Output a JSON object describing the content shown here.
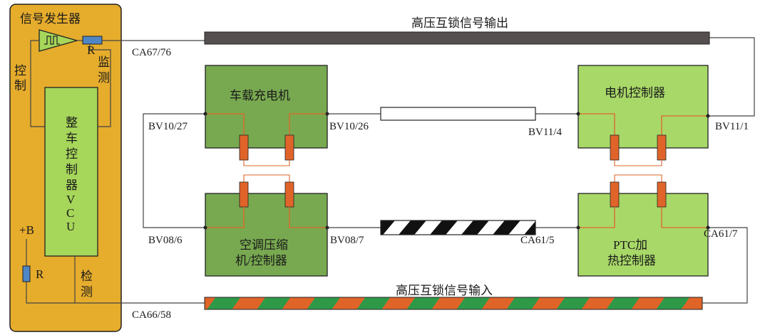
{
  "signal_generator": {
    "title": "信号发生器",
    "resistor_label": "R"
  },
  "vcu": {
    "chars": [
      "整",
      "车",
      "控",
      "制",
      "器",
      "V",
      "C",
      "U"
    ],
    "control_chars": [
      "控",
      "制"
    ],
    "monitor_chars": [
      "监",
      "测"
    ],
    "detect_chars": [
      "检",
      "测"
    ],
    "power_label": "+B",
    "resistor_label": "R"
  },
  "hvil": {
    "output_label": "高压互锁信号输出",
    "input_label": "高压互锁信号输入"
  },
  "modules": {
    "obc": {
      "title": "车载充电机"
    },
    "motor": {
      "title": "电机控制器"
    },
    "ac": {
      "line1": "空调压缩",
      "line2": "机/控制器"
    },
    "ptc": {
      "line1": "PTC加",
      "line2": "热控制器"
    }
  },
  "pins": {
    "ca67": "CA67/76",
    "bv10_27": "BV10/27",
    "bv10_26": "BV10/26",
    "bv11_4": "BV11/4",
    "bv11_1": "BV11/1",
    "bv08_6": "BV08/6",
    "bv08_7": "BV08/7",
    "ca61_5": "CA61/5",
    "ca61_7": "CA61/7",
    "ca66": "CA66/58"
  },
  "colors": {
    "vcu_panel": "#e6ac2c",
    "vcu_inner": "#a6d65a",
    "module_dark": "#78a950",
    "module_light": "#a8d868",
    "connector": "#e0642a",
    "cable_dark": "#55504f",
    "stripe_orange": "#e06428",
    "stripe_green": "#2e9a48",
    "resistor_blue": "#4f86c6",
    "wire": "#555555",
    "bus_wire": "#e0642a"
  }
}
